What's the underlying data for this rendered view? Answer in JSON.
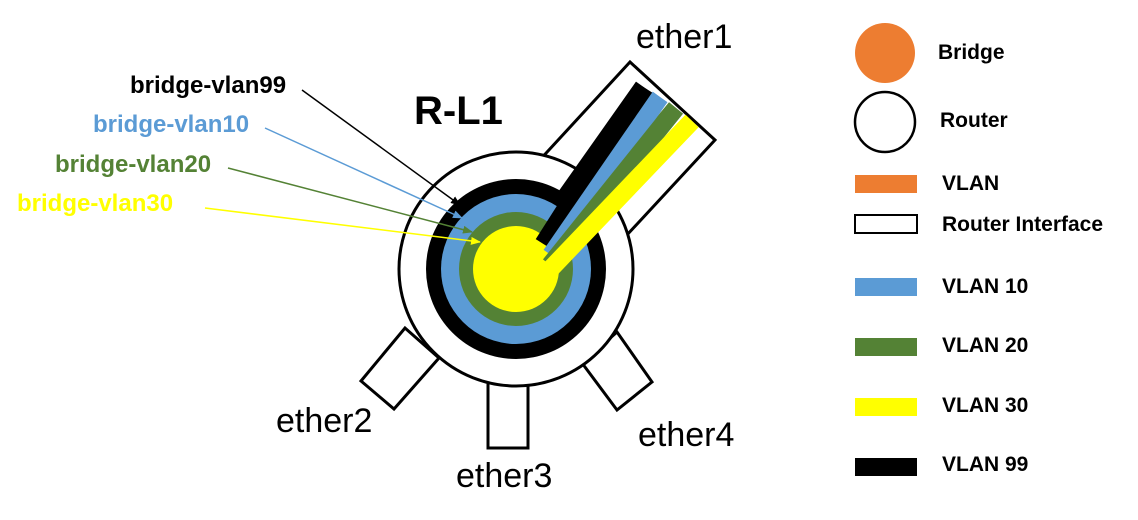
{
  "router": {
    "title": "R-L1",
    "ports": [
      "ether1",
      "ether2",
      "ether3",
      "ether4"
    ]
  },
  "bridges": [
    {
      "label": "bridge-vlan99",
      "color": "#000000"
    },
    {
      "label": "bridge-vlan10",
      "color": "#5b9bd5"
    },
    {
      "label": "bridge-vlan20",
      "color": "#548235"
    },
    {
      "label": "bridge-vlan30",
      "color": "#ffff00"
    }
  ],
  "legend": {
    "items": [
      {
        "label": "Bridge",
        "symbol": "circle-filled",
        "color": "#ed7d31"
      },
      {
        "label": "Router",
        "symbol": "circle-outline",
        "color": "#000000"
      },
      {
        "label": "VLAN",
        "symbol": "bar",
        "color": "#ed7d31"
      },
      {
        "label": "Router Interface",
        "symbol": "bar-outline",
        "color": "#000000"
      },
      {
        "label": "VLAN 10",
        "symbol": "bar",
        "color": "#5b9bd5"
      },
      {
        "label": "VLAN 20",
        "symbol": "bar",
        "color": "#548235"
      },
      {
        "label": "VLAN 30",
        "symbol": "bar",
        "color": "#ffff00"
      },
      {
        "label": "VLAN 99",
        "symbol": "bar",
        "color": "#000000"
      }
    ]
  }
}
